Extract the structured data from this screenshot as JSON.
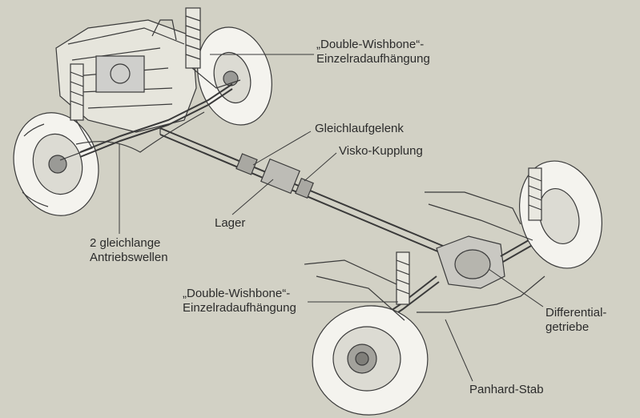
{
  "labels": {
    "front_suspension": {
      "line1": "„Double-Wishbone“-",
      "line2": "Einzelradaufhängung"
    },
    "cv_joint": "Gleichlaufgelenk",
    "viscous_coupling": "Visko-Kupplung",
    "bearing": "Lager",
    "drive_shafts": {
      "line1": "2 gleichlange",
      "line2": "Antriebswellen"
    },
    "rear_suspension": {
      "line1": "„Double-Wishbone“-",
      "line2": "Einzelradaufhängung"
    },
    "differential": {
      "line1": "Differential-",
      "line2": "getriebe"
    },
    "panhard_rod": "Panhard-Stab"
  },
  "colors": {
    "background": "#d2d1c5",
    "linework": "#2b2b2b",
    "tire": "#f4f3ee"
  }
}
